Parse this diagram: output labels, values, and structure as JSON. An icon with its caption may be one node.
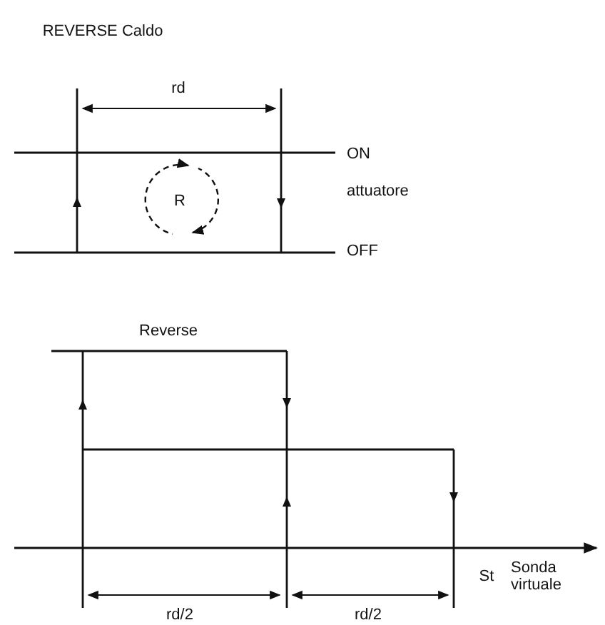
{
  "diagram": {
    "title": "REVERSE Caldo",
    "labels": [
      "rd",
      "ON",
      "attuatore",
      "OFF",
      "R",
      "Reverse",
      "St",
      "Sonda virtuale",
      "rd/2",
      "rd/2"
    ]
  }
}
